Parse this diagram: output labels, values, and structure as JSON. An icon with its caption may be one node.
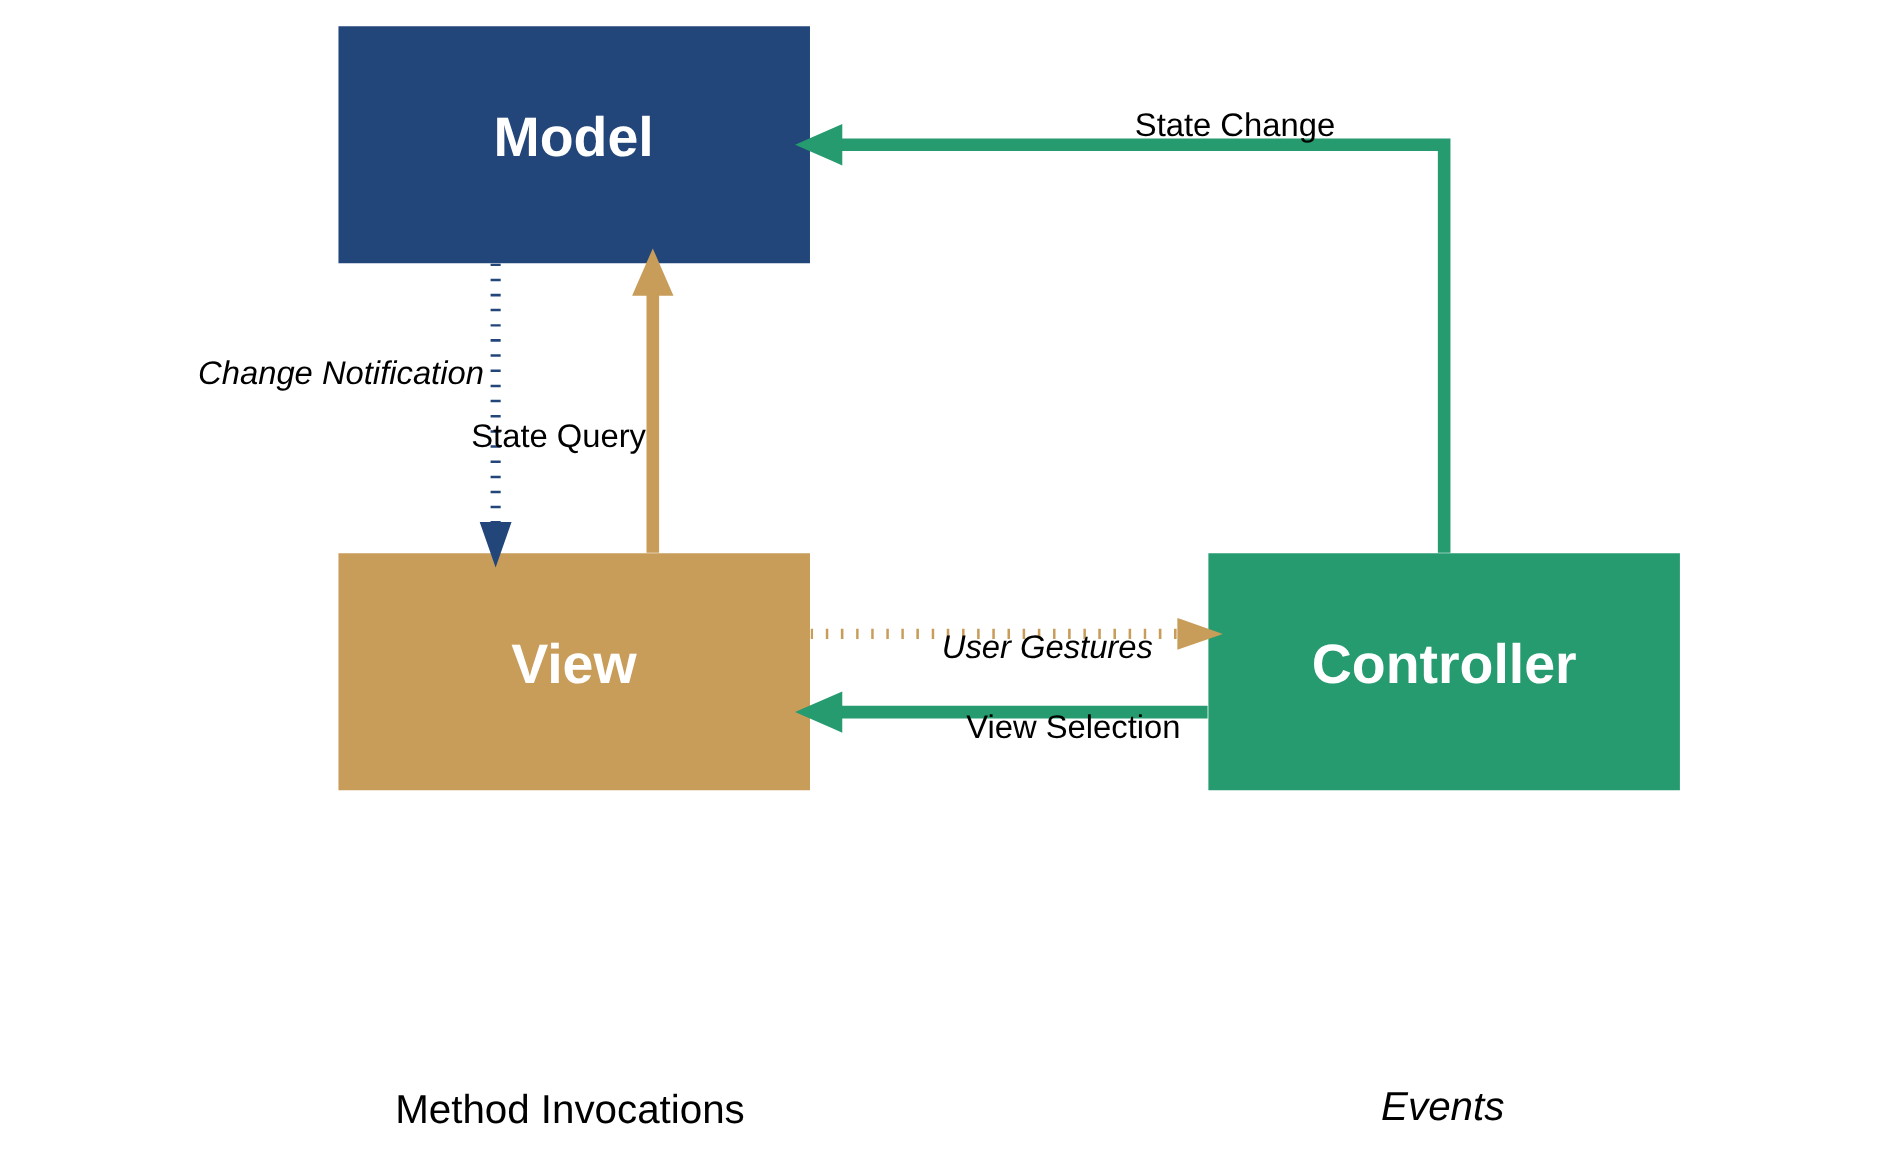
{
  "diagram": {
    "nodes": [
      {
        "text": [
          "Model"
        ]
      },
      {
        "text": [
          "View"
        ]
      },
      {
        "text": [
          "Controller"
        ]
      }
    ],
    "edges": [
      {
        "from": 1,
        "to": 0,
        "arrow": "to",
        "label": "State Query",
        "color": "#c89d5a"
      },
      {
        "from": 0,
        "to": 1,
        "arrow": "to",
        "label": "Change Notification",
        "style": "dashed",
        "color": "#23467a"
      },
      {
        "from": 2,
        "to": 0,
        "arrow": "to",
        "label": "State Change",
        "color": "#259b6f"
      },
      {
        "from": 2,
        "to": 1,
        "arrow": "to",
        "label": "View Selection",
        "color": "#259b6f"
      },
      {
        "from": 1,
        "to": 2,
        "arrow": "to",
        "label": "User Gestures",
        "style": "dashed",
        "color": "#c89d5a"
      }
    ],
    "legend": [
      {
        "text": "Method Invocations"
      },
      {
        "text": "Events"
      }
    ]
  }
}
